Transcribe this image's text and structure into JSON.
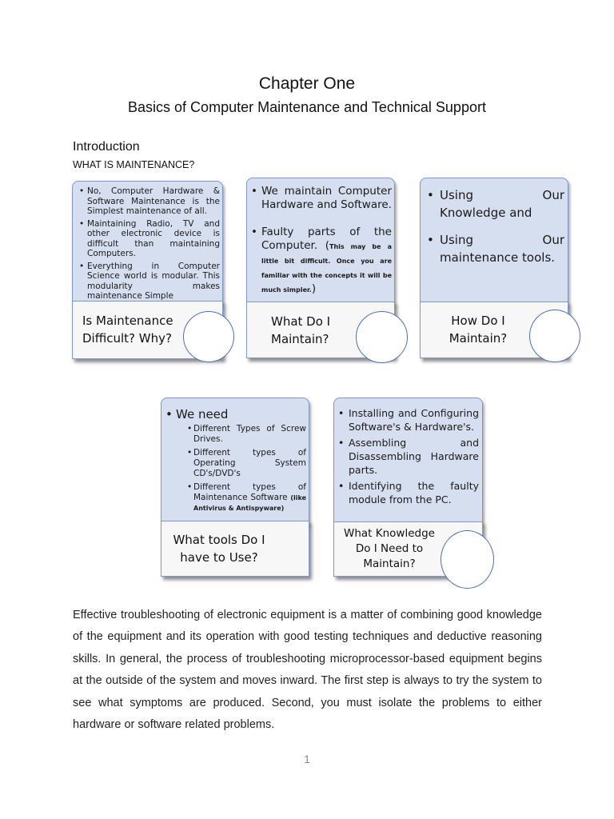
{
  "heading": {
    "chapter": "Chapter One",
    "subtitle": "Basics of Computer Maintenance and Technical Support"
  },
  "intro": {
    "title": "Introduction",
    "subtitle": "WHAT IS MAINTENANCE?"
  },
  "cards": {
    "difficult": {
      "bullets": [
        "No, Computer Hardware & Software Maintenance is the Simplest maintenance of all.",
        "Maintaining Radio, TV and other electronic device is difficult than maintaining Computers.",
        "Everything in Computer Science world is modular. This modularity makes maintenance Simple"
      ],
      "title": "Is Maintenance Difficult? Why?"
    },
    "what": {
      "bullet1": "We maintain Computer Hardware and Software.",
      "bullet2": "Faulty parts of the Computer. (",
      "bullet2_note": "This may be a little bit difficult. Once you are familiar with the concepts it will be much simpler.",
      "bullet2_end": ")",
      "title": "What Do I Maintain?"
    },
    "how": {
      "bullets": [
        "Using Our Knowledge and",
        "Using Our maintenance tools."
      ],
      "title": "How Do I Maintain?"
    },
    "tools": {
      "lead": "We need",
      "items": [
        "Different Types of Screw Drives.",
        "Different types of Operating System CD's/DVD's"
      ],
      "item3": "Different types of Maintenance Software ",
      "item3_note": "(like Antivirus & Antispyware)",
      "title": "What tools Do I have to Use?"
    },
    "knowledge": {
      "bullets": [
        "Installing and Configuring Software's & Hardware's.",
        "Assembling and Disassembling Hardware parts.",
        "Identifying the faulty module from the PC."
      ],
      "title": "What Knowledge Do I Need to Maintain?"
    }
  },
  "paragraph": "Effective troubleshooting of electronic equipment is a matter of combining good knowledge of the equipment and its operation with good testing techniques and deductive reasoning skills. In general, the process of troubleshooting microprocessor-based equipment begins at the outside of the system and moves inward. The first step is always to try the system to see what symptoms are produced. Second, you must isolate the problems to either hardware or software related problems.",
  "page_number": "1"
}
